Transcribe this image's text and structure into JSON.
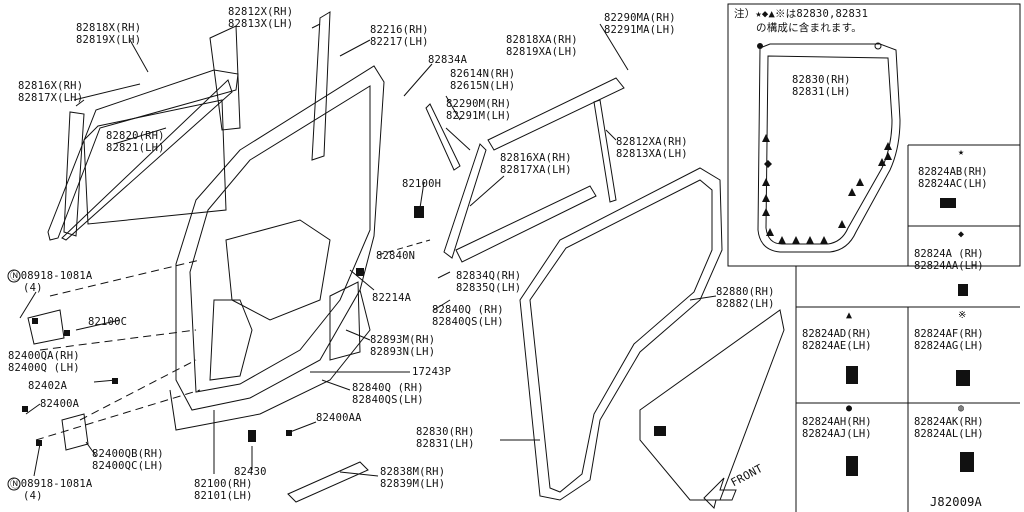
{
  "diagram_id": "J82009A",
  "note": {
    "line1": "注）★◆▲※は82830,82831",
    "line2": "の構成に含まれます。"
  },
  "callouts": {
    "c82818x": [
      "82818X(RH)",
      "82819X(LH)"
    ],
    "c82812x": [
      "82812X(RH)",
      "82813X(LH)"
    ],
    "c82216": [
      "82216(RH)",
      "82217(LH)"
    ],
    "c82818xa": [
      "82818XA(RH)",
      "82819XA(LH)"
    ],
    "c82290ma": [
      "82290MA(RH)",
      "82291MA(LH)"
    ],
    "c82816x": [
      "82816X(RH)",
      "82817X(LH)"
    ],
    "c82834a": [
      "82834A"
    ],
    "c82614n": [
      "82614N(RH)",
      "82615N(LH)"
    ],
    "c82290m": [
      "82290M(RH)",
      "82291M(LH)"
    ],
    "c82812xa": [
      "82812XA(RH)",
      "82813XA(LH)"
    ],
    "c82820": [
      "82820(RH)",
      "82821(LH)"
    ],
    "c82816xa": [
      "82816XA(RH)",
      "82817XA(LH)"
    ],
    "c82100h": [
      "82100H"
    ],
    "c82840n": [
      "82840N"
    ],
    "c82834q": [
      "82834Q(RH)",
      "82835Q(LH)"
    ],
    "c82214a": [
      "82214A"
    ],
    "c82840q1": [
      "82840Q (RH)",
      "82840QS(LH)"
    ],
    "c82893m": [
      "82893M(RH)",
      "82893N(LH)"
    ],
    "c17243p": [
      "17243P"
    ],
    "c82840q2": [
      "82840Q (RH)",
      "82840QS(LH)"
    ],
    "c82400aa": [
      "82400AA"
    ],
    "c82430": [
      "82430"
    ],
    "c82100": [
      "82100(RH)",
      "82101(LH)"
    ],
    "c82838m": [
      "82838M(RH)",
      "82839M(LH)"
    ],
    "c82830": [
      "82830(RH)",
      "82831(LH)"
    ],
    "c82880": [
      "82880(RH)",
      "82882(LH)"
    ],
    "c08918a": [
      "Ⓝ08918-1081A",
      "  (4)"
    ],
    "c82100c": [
      "82100C"
    ],
    "c82400qa": [
      "82400QA(RH)",
      "82400Q (LH)"
    ],
    "c82402a": [
      "82402A"
    ],
    "c82400a": [
      "82400A"
    ],
    "c82400qb": [
      "82400QB(RH)",
      "82400QC(LH)"
    ],
    "c08918b": [
      "Ⓝ08918-1081A",
      "  (4)"
    ],
    "c82830inset": [
      "82830(RH)",
      "82831(LH)"
    ]
  },
  "front_label": "FRONT",
  "legend": {
    "star": {
      "symbol": "★",
      "lines": [
        "82824AB(RH)",
        "82824AC(LH)"
      ]
    },
    "diamond": {
      "symbol": "◆",
      "lines": [
        "82824A (RH)",
        "82824AA(LH)"
      ]
    },
    "triangle": {
      "symbol": "▲",
      "lines": [
        "82824AD(RH)",
        "82824AE(LH)"
      ]
    },
    "asterisk": {
      "symbol": "※",
      "lines": [
        "82824AF(RH)",
        "82824AG(LH)"
      ]
    },
    "dot": {
      "symbol": "●",
      "lines": [
        "82824AH(RH)",
        "82824AJ(LH)"
      ]
    },
    "circle": {
      "symbol": "◍",
      "lines": [
        "82824AK(RH)",
        "82824AL(LH)"
      ]
    }
  }
}
